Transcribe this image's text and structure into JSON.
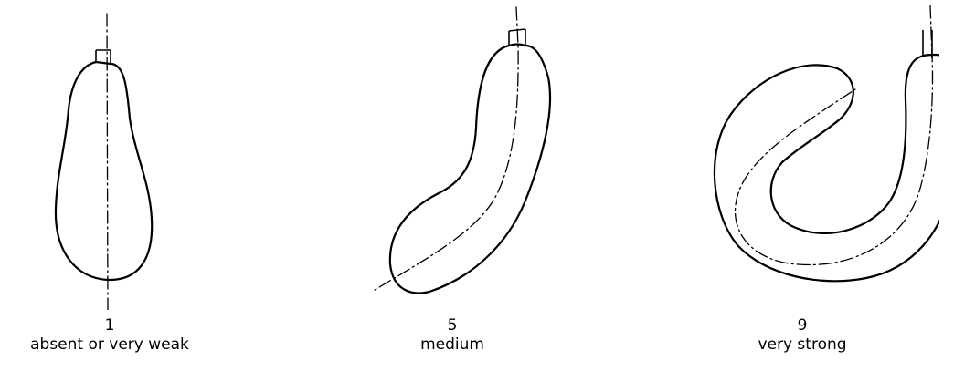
{
  "figures": [
    {
      "note": "1",
      "label": "absent or very weak"
    },
    {
      "note": "5",
      "label": "medium"
    },
    {
      "note": "9",
      "label": "very strong"
    }
  ],
  "colors": {
    "background": "#ffffff",
    "line": "#000000"
  }
}
